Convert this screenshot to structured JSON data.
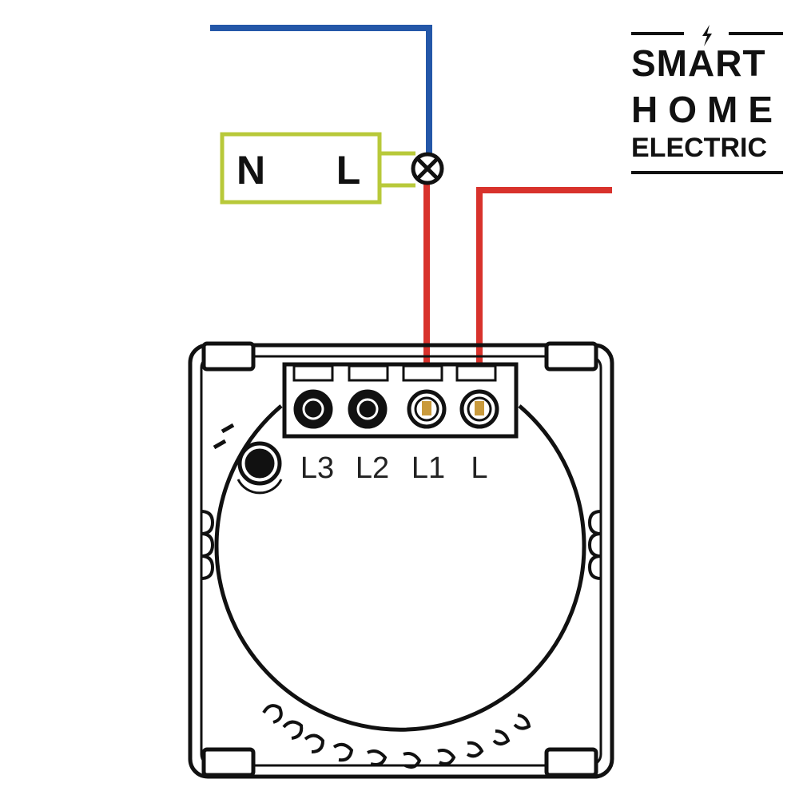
{
  "load_box": {
    "neutral_label": "N",
    "live_label": "L"
  },
  "terminals": [
    {
      "label": "L3",
      "wired": false
    },
    {
      "label": "L2",
      "wired": false
    },
    {
      "label": "L1",
      "wired": true
    },
    {
      "label": "L",
      "wired": true
    }
  ],
  "logo": {
    "line1": "SMART",
    "line2": "HOME",
    "line3": "ELECTRIC"
  },
  "colors": {
    "neutral_wire": "#2457a8",
    "live_wire": "#d8322c",
    "load_outline": "#b8c93a",
    "outline": "#111111",
    "terminal_contact": "#c99a3c"
  }
}
